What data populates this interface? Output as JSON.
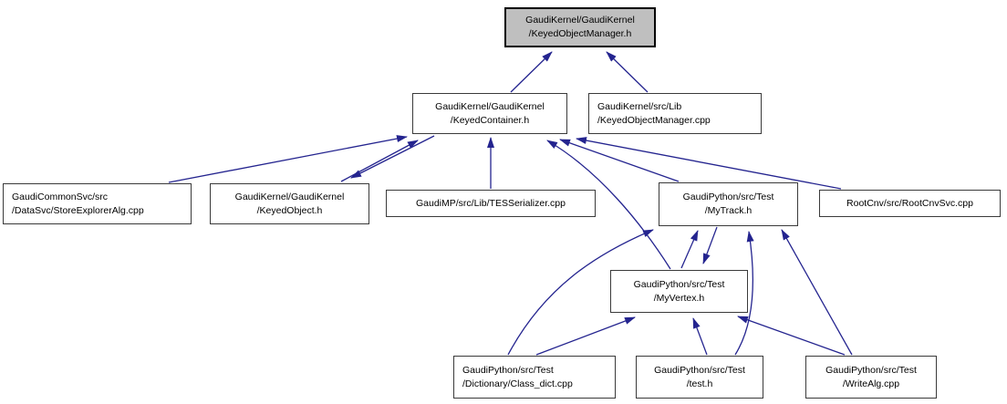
{
  "diagram": {
    "type": "include-dependency-graph",
    "highlighted_node": "GaudiKernel/GaudiKernel/KeyedObjectManager.h",
    "colors": {
      "edge": "#24248f",
      "node": "#ffffff",
      "highlight": "#bfbfbf",
      "border": "#3a3a3a",
      "text": "#000000"
    },
    "nodes": {
      "komh": {
        "label": "GaudiKernel/GaudiKernel\n/KeyedObjectManager.h",
        "highlighted": true
      },
      "kch": {
        "label": "GaudiKernel/GaudiKernel\n/KeyedContainer.h"
      },
      "komcpp": {
        "label": "GaudiKernel/src/Lib\n/KeyedObjectManager.cpp"
      },
      "sea": {
        "label": "GaudiCommonSvc/src\n/DataSvc/StoreExplorerAlg.cpp"
      },
      "koh": {
        "label": "GaudiKernel/GaudiKernel\n/KeyedObject.h"
      },
      "tes": {
        "label": "GaudiMP/src/Lib/TESSerializer.cpp"
      },
      "mth": {
        "label": "GaudiPython/src/Test\n/MyTrack.h"
      },
      "rcs": {
        "label": "RootCnv/src/RootCnvSvc.cpp"
      },
      "mvh": {
        "label": "GaudiPython/src/Test\n/MyVertex.h"
      },
      "cd": {
        "label": "GaudiPython/src/Test\n/Dictionary/Class_dict.cpp"
      },
      "testh": {
        "label": "GaudiPython/src/Test\n/test.h"
      },
      "wa": {
        "label": "GaudiPython/src/Test\n/WriteAlg.cpp"
      }
    },
    "edges": [
      {
        "from": "GaudiKernel/GaudiKernel/KeyedContainer.h",
        "to": "GaudiKernel/GaudiKernel/KeyedObjectManager.h"
      },
      {
        "from": "GaudiKernel/src/Lib/KeyedObjectManager.cpp",
        "to": "GaudiKernel/GaudiKernel/KeyedObjectManager.h"
      },
      {
        "from": "GaudiCommonSvc/src/DataSvc/StoreExplorerAlg.cpp",
        "to": "GaudiKernel/GaudiKernel/KeyedContainer.h"
      },
      {
        "from": "GaudiKernel/GaudiKernel/KeyedObject.h",
        "to": "GaudiKernel/GaudiKernel/KeyedContainer.h"
      },
      {
        "from": "GaudiKernel/GaudiKernel/KeyedContainer.h",
        "to": "GaudiKernel/GaudiKernel/KeyedObject.h"
      },
      {
        "from": "GaudiMP/src/Lib/TESSerializer.cpp",
        "to": "GaudiKernel/GaudiKernel/KeyedContainer.h"
      },
      {
        "from": "GaudiPython/src/Test/MyTrack.h",
        "to": "GaudiKernel/GaudiKernel/KeyedContainer.h"
      },
      {
        "from": "GaudiPython/src/Test/MyVertex.h",
        "to": "GaudiKernel/GaudiKernel/KeyedContainer.h"
      },
      {
        "from": "RootCnv/src/RootCnvSvc.cpp",
        "to": "GaudiKernel/GaudiKernel/KeyedContainer.h"
      },
      {
        "from": "GaudiPython/src/Test/MyVertex.h",
        "to": "GaudiPython/src/Test/MyTrack.h"
      },
      {
        "from": "GaudiPython/src/Test/MyTrack.h",
        "to": "GaudiPython/src/Test/MyVertex.h"
      },
      {
        "from": "GaudiPython/src/Test/Dictionary/Class_dict.cpp",
        "to": "GaudiPython/src/Test/MyTrack.h"
      },
      {
        "from": "GaudiPython/src/Test/Dictionary/Class_dict.cpp",
        "to": "GaudiPython/src/Test/MyVertex.h"
      },
      {
        "from": "GaudiPython/src/Test/test.h",
        "to": "GaudiPython/src/Test/MyTrack.h"
      },
      {
        "from": "GaudiPython/src/Test/test.h",
        "to": "GaudiPython/src/Test/MyVertex.h"
      },
      {
        "from": "GaudiPython/src/Test/WriteAlg.cpp",
        "to": "GaudiPython/src/Test/MyTrack.h"
      },
      {
        "from": "GaudiPython/src/Test/WriteAlg.cpp",
        "to": "GaudiPython/src/Test/MyVertex.h"
      }
    ]
  }
}
